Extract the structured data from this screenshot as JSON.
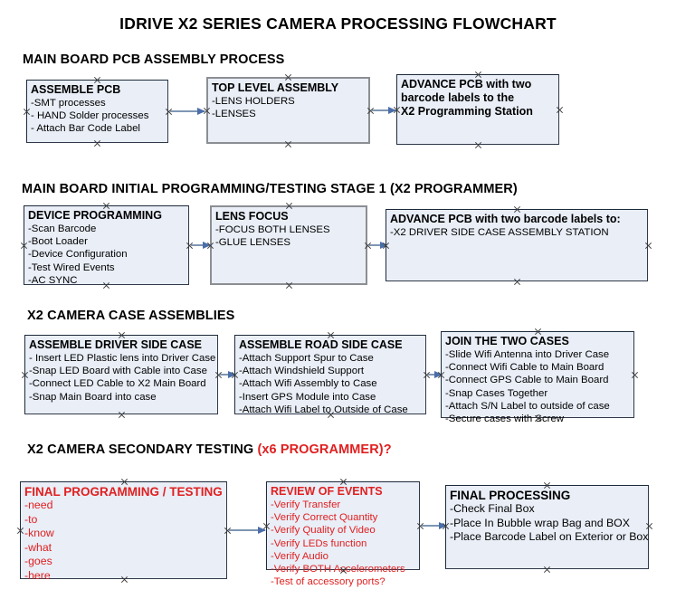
{
  "document": {
    "title": "IDRIVE X2  SERIES CAMERA PROCESSING FLOWCHART"
  },
  "colors": {
    "box_fill": "#e9eef7",
    "box_border": "#1d2a3a",
    "gray_border": "#8b8f94",
    "arrow": "#7f96b3",
    "arrow_head": "#4a6ea9",
    "red_text": "#e02020",
    "black_text": "#000000"
  },
  "sections": [
    {
      "id": "main-board-pcb-assembly",
      "title": "MAIN BOARD PCB ASSEMBLY PROCESS",
      "title_red_suffix": "",
      "boxes": [
        {
          "id": "assemble-pcb",
          "heading": "ASSEMBLE PCB",
          "lines": [
            "-SMT processes",
            "- HAND Solder processes",
            "- Attach Bar Code Label"
          ]
        },
        {
          "id": "top-level-assembly",
          "heading": "TOP LEVEL ASSEMBLY",
          "lines": [
            "-LENS HOLDERS",
            "-LENSES"
          ]
        },
        {
          "id": "advance-pcb-x2-programming-station",
          "heading": "ADVANCE PCB with two",
          "lines": [
            "barcode labels to the",
            " X2 Programming Station"
          ]
        }
      ]
    },
    {
      "id": "main-board-initial-programming",
      "title": "MAIN BOARD INITIAL PROGRAMMING/TESTING STAGE 1 (X2 PROGRAMMER)",
      "title_red_suffix": "",
      "boxes": [
        {
          "id": "device-programming",
          "heading": "DEVICE PROGRAMMING",
          "lines": [
            "-Scan Barcode",
            "-Boot Loader",
            "-Device Configuration",
            "-Test Wired Events",
            "-AC SYNC"
          ]
        },
        {
          "id": "lens-focus",
          "heading": "LENS FOCUS",
          "lines": [
            "-FOCUS BOTH LENSES",
            "-GLUE LENSES"
          ]
        },
        {
          "id": "advance-pcb-driver-side-case",
          "heading": "ADVANCE PCB with two barcode labels to:",
          "lines": [
            "-X2 DRIVER  SIDE  CASE  ASSEMBLY STATION"
          ]
        }
      ]
    },
    {
      "id": "x2-camera-case-assemblies",
      "title": "X2 CAMERA CASE ASSEMBLIES",
      "title_red_suffix": "",
      "boxes": [
        {
          "id": "assemble-driver-side-case",
          "heading": "ASSEMBLE DRIVER SIDE CASE",
          "lines": [
            "- Insert LED Plastic lens into Driver Case",
            "-Snap LED Board with Cable into Case",
            "-Connect LED Cable to X2 Main Board",
            "-Snap Main Board into case"
          ]
        },
        {
          "id": "assemble-road-side-case",
          "heading": "ASSEMBLE ROAD SIDE CASE",
          "lines": [
            "-Attach Support Spur to Case",
            "-Attach Windshield Support",
            "-Attach Wifi Assembly to Case",
            "-Insert GPS Module into Case",
            "-Attach Wifi Label to Outside of Case"
          ]
        },
        {
          "id": "join-the-two-cases",
          "heading": "JOIN THE TWO CASES",
          "lines": [
            "-Slide Wifi Antenna into Driver Case",
            "-Connect Wifi Cable to Main Board",
            "-Connect GPS Cable to Main Board",
            "-Snap Cases Together",
            "-Attach S/N Label to outside of case",
            "-Secure cases with Screw"
          ]
        }
      ]
    },
    {
      "id": "x2-camera-secondary-testing",
      "title": "X2 CAMERA SECONDARY TESTING ",
      "title_red_suffix": "(x6 PROGRAMMER)?",
      "boxes": [
        {
          "id": "final-programming-testing",
          "heading": "FINAL PROGRAMMING / TESTING",
          "lines": [
            "-need",
            "-to",
            "-know",
            "-what",
            "-goes",
            "-here"
          ]
        },
        {
          "id": "review-of-events",
          "heading": "REVIEW OF EVENTS",
          "lines": [
            "-Verify Transfer",
            "-Verify Correct Quantity",
            "-Verify Quality of Video",
            "-Verify LEDs function",
            "-Verify Audio",
            "-Verify BOTH Accelerometers",
            "-Test of accessory ports?"
          ]
        },
        {
          "id": "final-processing",
          "heading": "FINAL PROCESSING",
          "lines": [
            " -Check Final Box",
            "-Place In Bubble wrap Bag and BOX",
            "-Place Barcode Label on Exterior or Box"
          ]
        }
      ]
    }
  ]
}
